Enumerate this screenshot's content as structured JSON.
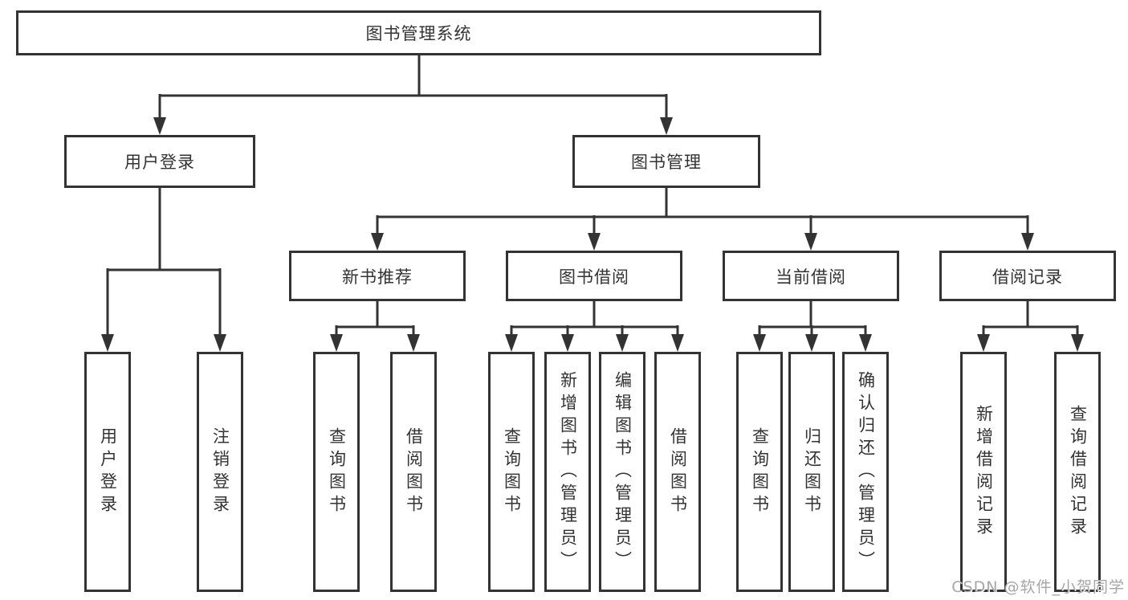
{
  "colors": {
    "line": "#333333",
    "box_border": "#333333",
    "text": "#333333",
    "watermark": "#a6a6a6",
    "background": "#ffffff"
  },
  "diagram": {
    "root": {
      "label": "图书管理系统"
    },
    "branches": [
      {
        "label": "用户登录",
        "leaves": [
          {
            "label": "用户登录"
          },
          {
            "label": "注销登录"
          }
        ]
      },
      {
        "label": "图书管理",
        "groups": [
          {
            "label": "新书推荐",
            "leaves": [
              {
                "label": "查询图书"
              },
              {
                "label": "借阅图书"
              }
            ]
          },
          {
            "label": "图书借阅",
            "leaves": [
              {
                "label": "查询图书"
              },
              {
                "label": "新增图书（管理员）"
              },
              {
                "label": "编辑图书（管理员）"
              },
              {
                "label": "借阅图书"
              }
            ]
          },
          {
            "label": "当前借阅",
            "leaves": [
              {
                "label": "查询图书"
              },
              {
                "label": "归还图书"
              },
              {
                "label": "确认归还（管理员）"
              }
            ]
          },
          {
            "label": "借阅记录",
            "leaves": [
              {
                "label": "新增借阅记录"
              },
              {
                "label": "查询借阅记录"
              }
            ]
          }
        ]
      }
    ]
  },
  "watermark": {
    "text": "CSDN @软件_小贺同学"
  }
}
